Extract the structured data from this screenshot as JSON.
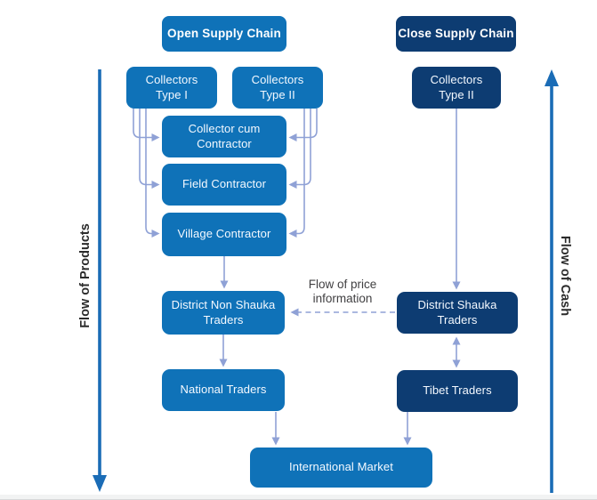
{
  "colors": {
    "background": "#ffffff",
    "primary": "#0f72b8",
    "dark": "#0d3c72",
    "connector": "#8fa1d6",
    "flow_arrow": "#1a6cb6",
    "side_label": "#2b2b2b",
    "price_text": "#414042",
    "footer_strip": "#f2f3f3"
  },
  "headers": {
    "open": "Open Supply Chain",
    "close": "Close Supply Chain"
  },
  "side_labels": {
    "left": "Flow of Products",
    "right": "Flow of Cash"
  },
  "annotation": {
    "price_line1": "Flow of price",
    "price_line2": "information"
  },
  "nodes": {
    "collectors_type_1": {
      "line1": "Collectors",
      "line2": "Type I"
    },
    "collectors_type_2_open": {
      "line1": "Collectors",
      "line2": "Type II"
    },
    "collectors_type_2_close": {
      "line1": "Collectors",
      "line2": "Type II"
    },
    "collector_cum_contractor": {
      "line1": "Collector cum",
      "line2": "Contractor"
    },
    "field_contractor": {
      "line1": "Field Contractor"
    },
    "village_contractor": {
      "line1": "Village Contractor"
    },
    "district_non_shauka": {
      "line1": "District Non Shauka",
      "line2": "Traders"
    },
    "district_shauka": {
      "line1": "District Shauka",
      "line2": "Traders"
    },
    "national_traders": {
      "line1": "National Traders"
    },
    "tibet_traders": {
      "line1": "Tibet Traders"
    },
    "international_market": {
      "line1": "International Market"
    }
  }
}
